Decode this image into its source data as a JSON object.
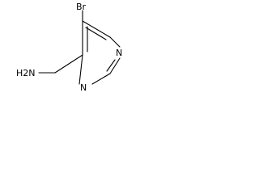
{
  "molecule": {
    "atoms": {
      "br": "Br",
      "n_top": "N",
      "n_bottom": "N",
      "amine": "H2N"
    }
  }
}
